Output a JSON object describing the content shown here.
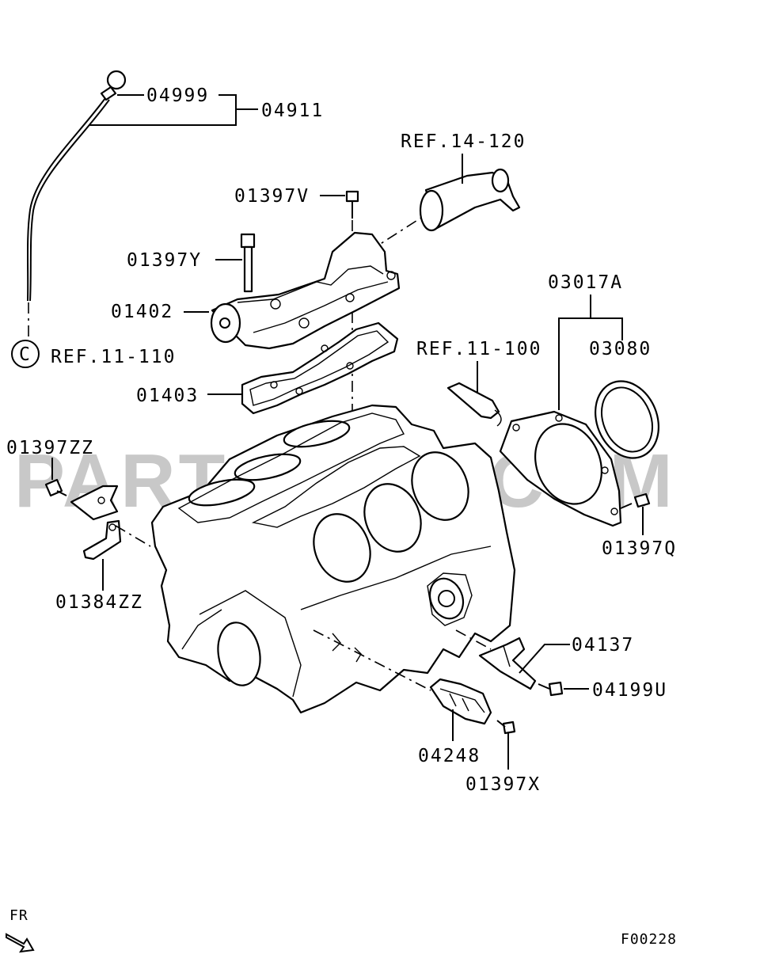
{
  "watermark": "PARTSOUQ.COM",
  "labels": {
    "p04999": "04999",
    "p04911": "04911",
    "ref14_120": "REF.14-120",
    "p01397V": "01397V",
    "p01397Y": "01397Y",
    "p01402": "01402",
    "ref11_110": "REF.11-110",
    "circle_c": "C",
    "p03017A": "03017A",
    "ref11_100": "REF.11-100",
    "p03080": "03080",
    "p01403": "01403",
    "p01397ZZ": "01397ZZ",
    "p01397Q": "01397Q",
    "p01384ZZ": "01384ZZ",
    "p04137": "04137",
    "p04199U": "04199U",
    "p04248": "04248",
    "p01397X": "01397X",
    "fr": "FR",
    "figure_code": "F00228"
  }
}
